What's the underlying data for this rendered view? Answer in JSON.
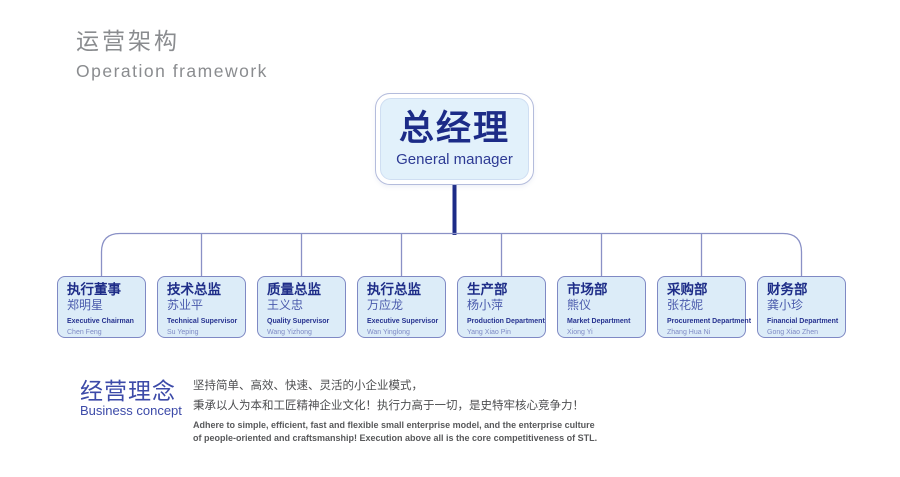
{
  "header": {
    "title_zh": "运营架构",
    "title_en": "Operation framework"
  },
  "org_chart": {
    "root": {
      "title_zh": "总经理",
      "title_en": "General manager"
    },
    "departments": [
      {
        "title_zh": "执行董事",
        "name_zh": "郑明星",
        "title_en": "Executive Chairman",
        "name_en": "Chen Feng"
      },
      {
        "title_zh": "技术总监",
        "name_zh": "苏业平",
        "title_en": "Technical Supervisor",
        "name_en": "Su Yeping"
      },
      {
        "title_zh": "质量总监",
        "name_zh": "王义忠",
        "title_en": "Quality Supervisor",
        "name_en": "Wang Yizhong"
      },
      {
        "title_zh": "执行总监",
        "name_zh": "万应龙",
        "title_en": "Executive Supervisor",
        "name_en": "Wan Yinglong"
      },
      {
        "title_zh": "生产部",
        "name_zh": "杨小萍",
        "title_en": "Production Department",
        "name_en": "Yang Xiao Pin"
      },
      {
        "title_zh": "市场部",
        "name_zh": "熊仪",
        "title_en": "Market Department",
        "name_en": "Xiong Yi"
      },
      {
        "title_zh": "采购部",
        "name_zh": "张花妮",
        "title_en": "Procurement Department",
        "name_en": "Zhang Hua Ni"
      },
      {
        "title_zh": "财务部",
        "name_zh": "龚小珍",
        "title_en": "Financial Department",
        "name_en": "Gong Xiao Zhen"
      }
    ]
  },
  "business_concept": {
    "label_zh": "经营理念",
    "label_en": "Business concept",
    "zh_line1": "坚持简单、高效、快速、灵活的小企业模式，",
    "zh_line2": "秉承以人为本和工匠精神企业文化！执行力高于一切，是史特牢核心竞争力！",
    "en_line1": "Adhere to simple, efficient, fast and flexible small enterprise model, and the enterprise culture",
    "en_line2": "of people-oriented and craftsmanship! Execution above all is the core competitiveness of STL."
  },
  "colors": {
    "header_gray": "#8a8c8f",
    "navy_accent": "#1c2b87",
    "root_fill": "#e2f1fb",
    "root_outer_border": "#b4bcdc",
    "dept_fill": "#dcecf8",
    "dept_border": "#7f89c4",
    "connector_line": "#8a91c6",
    "connector_stem": "#1c2b87",
    "concept_blue": "#3c4aa8",
    "paragraph_gray": "#4c4d4f"
  }
}
